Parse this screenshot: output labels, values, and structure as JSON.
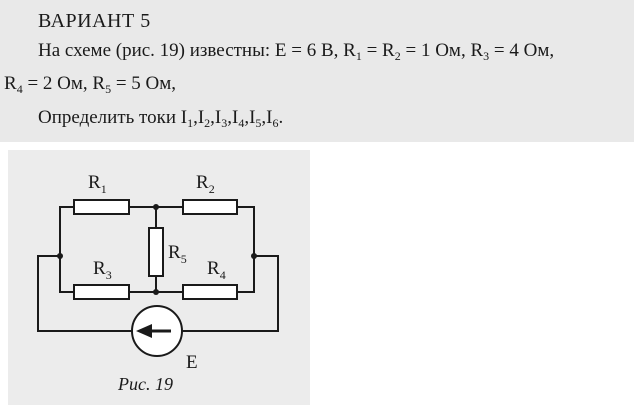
{
  "problem": {
    "title": "ВАРИАНТ 5",
    "line1": {
      "lead": "На схеме (рис. 19) известны: ",
      "e": "E = 6 В, ",
      "r1": "R",
      "r1_sub": "1",
      "r1_eq": " = R",
      "r2_sub": "2",
      "r2_val": " = 1 Ом,  ",
      "r3": "R",
      "r3_sub": "3",
      "r3_val": " = 4 Ом,"
    },
    "line2": {
      "r4": "R",
      "r4_sub": "4",
      "r4_val": " = 2 Ом,  ",
      "r5": "R",
      "r5_sub": "5",
      "r5_val": " = 5 Ом,"
    },
    "line3": {
      "lead": "Определить токи  ",
      "i": "I",
      "s1": "1",
      "s2": "2",
      "s3": "3",
      "s4": "4",
      "s5": "5",
      "s6": "6",
      "end": "."
    }
  },
  "figure": {
    "labels": {
      "r": "R",
      "r1_sub": "1",
      "r2_sub": "2",
      "r3_sub": "3",
      "r4_sub": "4",
      "r5_sub": "5",
      "source": "E"
    },
    "caption": "Рис. 19"
  }
}
